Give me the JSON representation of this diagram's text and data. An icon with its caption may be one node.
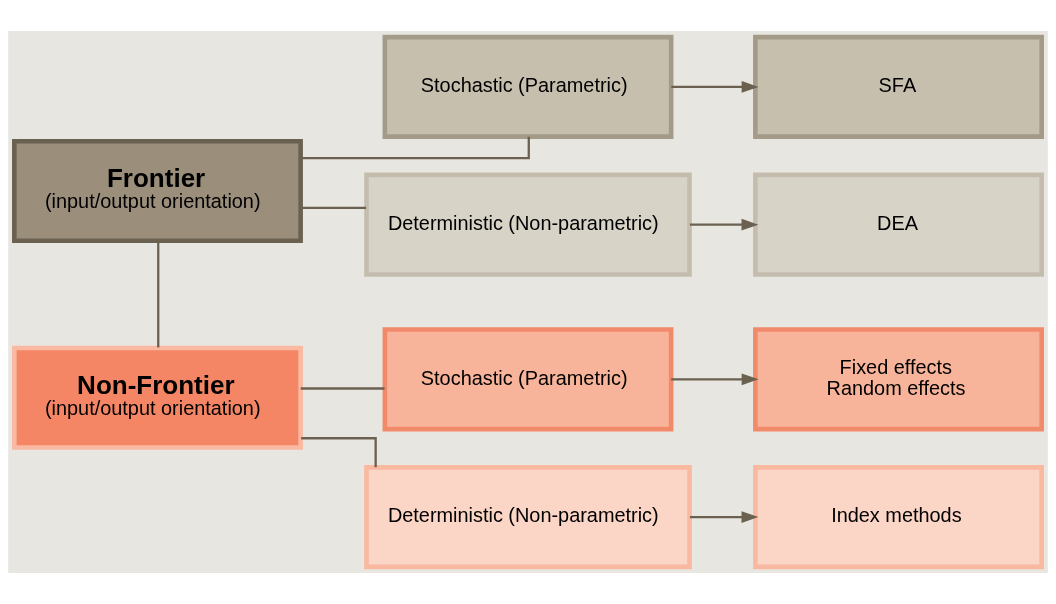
{
  "diagram": {
    "nodes": [
      {
        "text": [
          "Frontier",
          "(input/output orientation)"
        ]
      },
      {
        "text": [
          "Stochastic (Parametric)"
        ]
      },
      {
        "text": [
          "Deterministic (Non-parametric)"
        ]
      },
      {
        "text": [
          "SFA"
        ]
      },
      {
        "text": [
          "DEA"
        ]
      },
      {
        "text": [
          "Non-Frontier",
          "(input/output orientation)"
        ]
      },
      {
        "text": [
          "Stochastic (Parametric)"
        ]
      },
      {
        "text": [
          "Deterministic (Non-parametric)"
        ]
      },
      {
        "text": [
          "Fixed effects",
          "Random effects"
        ]
      },
      {
        "text": [
          "Index methods"
        ]
      }
    ],
    "edges": [
      {
        "from": 0,
        "to": 1,
        "arrow": "none"
      },
      {
        "from": 0,
        "to": 2,
        "arrow": "none"
      },
      {
        "from": 1,
        "to": 3,
        "arrow": "to"
      },
      {
        "from": 2,
        "to": 4,
        "arrow": "to"
      },
      {
        "from": 5,
        "to": 6,
        "arrow": "none"
      },
      {
        "from": 5,
        "to": 7,
        "arrow": "none"
      },
      {
        "from": 6,
        "to": 8,
        "arrow": "to"
      },
      {
        "from": 7,
        "to": 9,
        "arrow": "to"
      },
      {
        "from": 0,
        "to": 5,
        "arrow": "none"
      }
    ]
  }
}
